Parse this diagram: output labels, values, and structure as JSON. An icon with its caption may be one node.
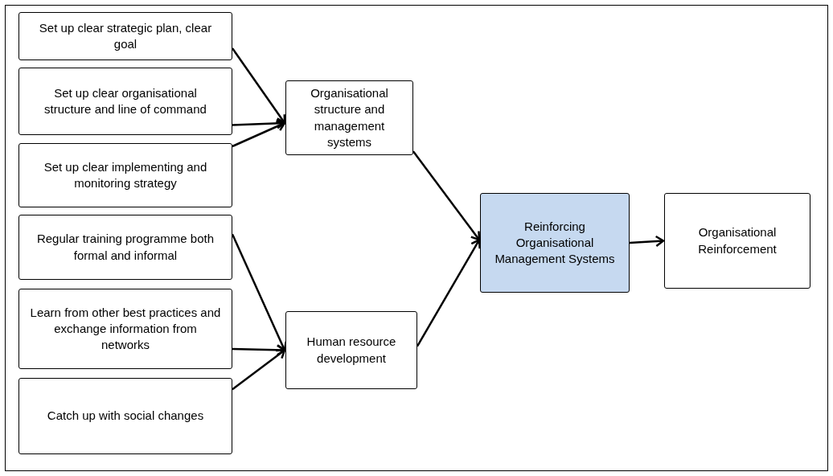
{
  "diagram": {
    "nodes": [
      {
        "text": [
          "Set up clear strategic plan, clear goal"
        ]
      },
      {
        "text": [
          "Set up clear organisational structure and line of command"
        ]
      },
      {
        "text": [
          "Set up clear implementing and monitoring strategy"
        ]
      },
      {
        "text": [
          "Regular training programme both formal and informal"
        ]
      },
      {
        "text": [
          "Learn from other best practices and exchange information from networks"
        ]
      },
      {
        "text": [
          "Catch up with social changes"
        ]
      },
      {
        "text": [
          "Organisational structure and management systems"
        ]
      },
      {
        "text": [
          "Human resource development"
        ]
      },
      {
        "text": [
          "Reinforcing Organisational Management Systems"
        ]
      },
      {
        "text": [
          "Organisational Reinforcement"
        ]
      }
    ],
    "edges": [
      {
        "from": 0,
        "to": 6,
        "arrow": "to"
      },
      {
        "from": 1,
        "to": 6,
        "arrow": "to"
      },
      {
        "from": 2,
        "to": 6,
        "arrow": "to"
      },
      {
        "from": 3,
        "to": 7,
        "arrow": "to"
      },
      {
        "from": 4,
        "to": 7,
        "arrow": "to"
      },
      {
        "from": 5,
        "to": 7,
        "arrow": "to"
      },
      {
        "from": 6,
        "to": 8,
        "arrow": "to"
      },
      {
        "from": 7,
        "to": 8,
        "arrow": "to"
      },
      {
        "from": 8,
        "to": 9,
        "arrow": "to"
      }
    ]
  }
}
